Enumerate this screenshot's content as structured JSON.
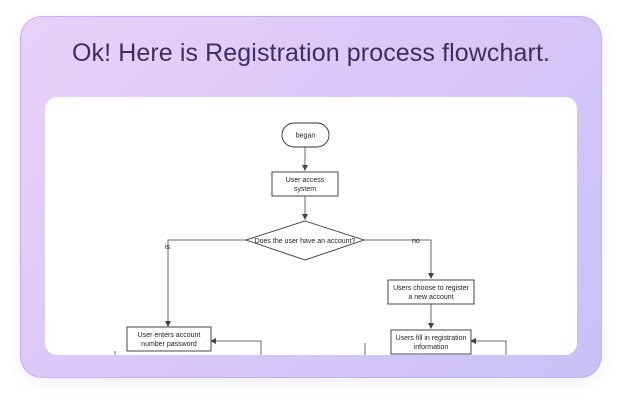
{
  "card": {
    "title": "Ok! Here is Registration process flowchart."
  },
  "flowchart": {
    "start": "began",
    "access": [
      "User access",
      "system"
    ],
    "decision": "Does the user have an account?",
    "yes_label": "is",
    "no_label": "no",
    "register": [
      "Users choose to register",
      "a new account"
    ],
    "login": [
      "User enters account",
      "number password"
    ],
    "fill_info": [
      "Users fill in registration",
      "information"
    ]
  },
  "colors": {
    "card_gradient_start": "#ead0f9",
    "card_gradient_end": "#c8c2f7",
    "title_text": "#402d5f",
    "panel_bg": "#ffffff",
    "node_stroke": "#333333"
  }
}
